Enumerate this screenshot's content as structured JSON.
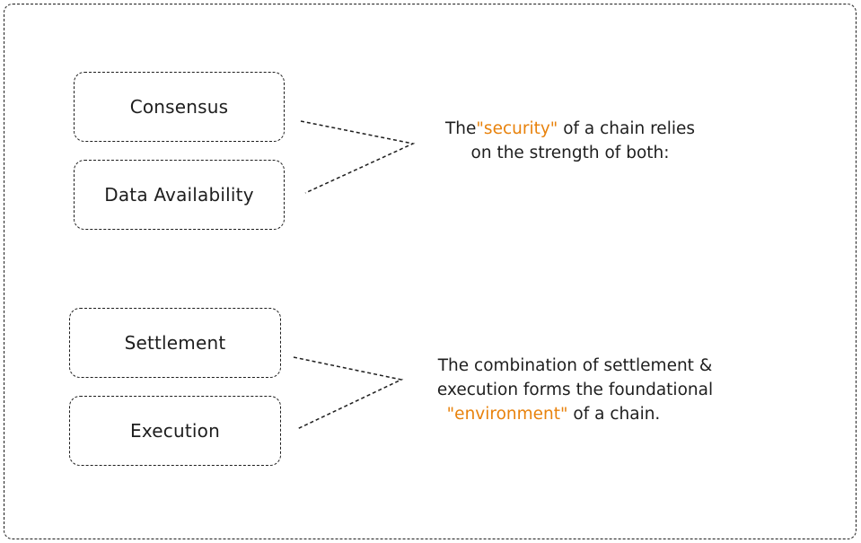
{
  "colors": {
    "stroke": "#1e1e1e",
    "highlight": "#e8820c",
    "background": "#ffffff"
  },
  "boxes": {
    "consensus": "Consensus",
    "data_availability": "Data Availability",
    "settlement": "Settlement",
    "execution": "Execution"
  },
  "notes": {
    "security": {
      "prefix": "The",
      "highlight": "\"security\"",
      "suffix": "of a chain relies",
      "line2": "on the strength of both:"
    },
    "environment": {
      "line1": "The combination of settlement &",
      "line2": "execution forms the foundational",
      "highlight": "\"environment\"",
      "suffix": "of a chain."
    }
  }
}
